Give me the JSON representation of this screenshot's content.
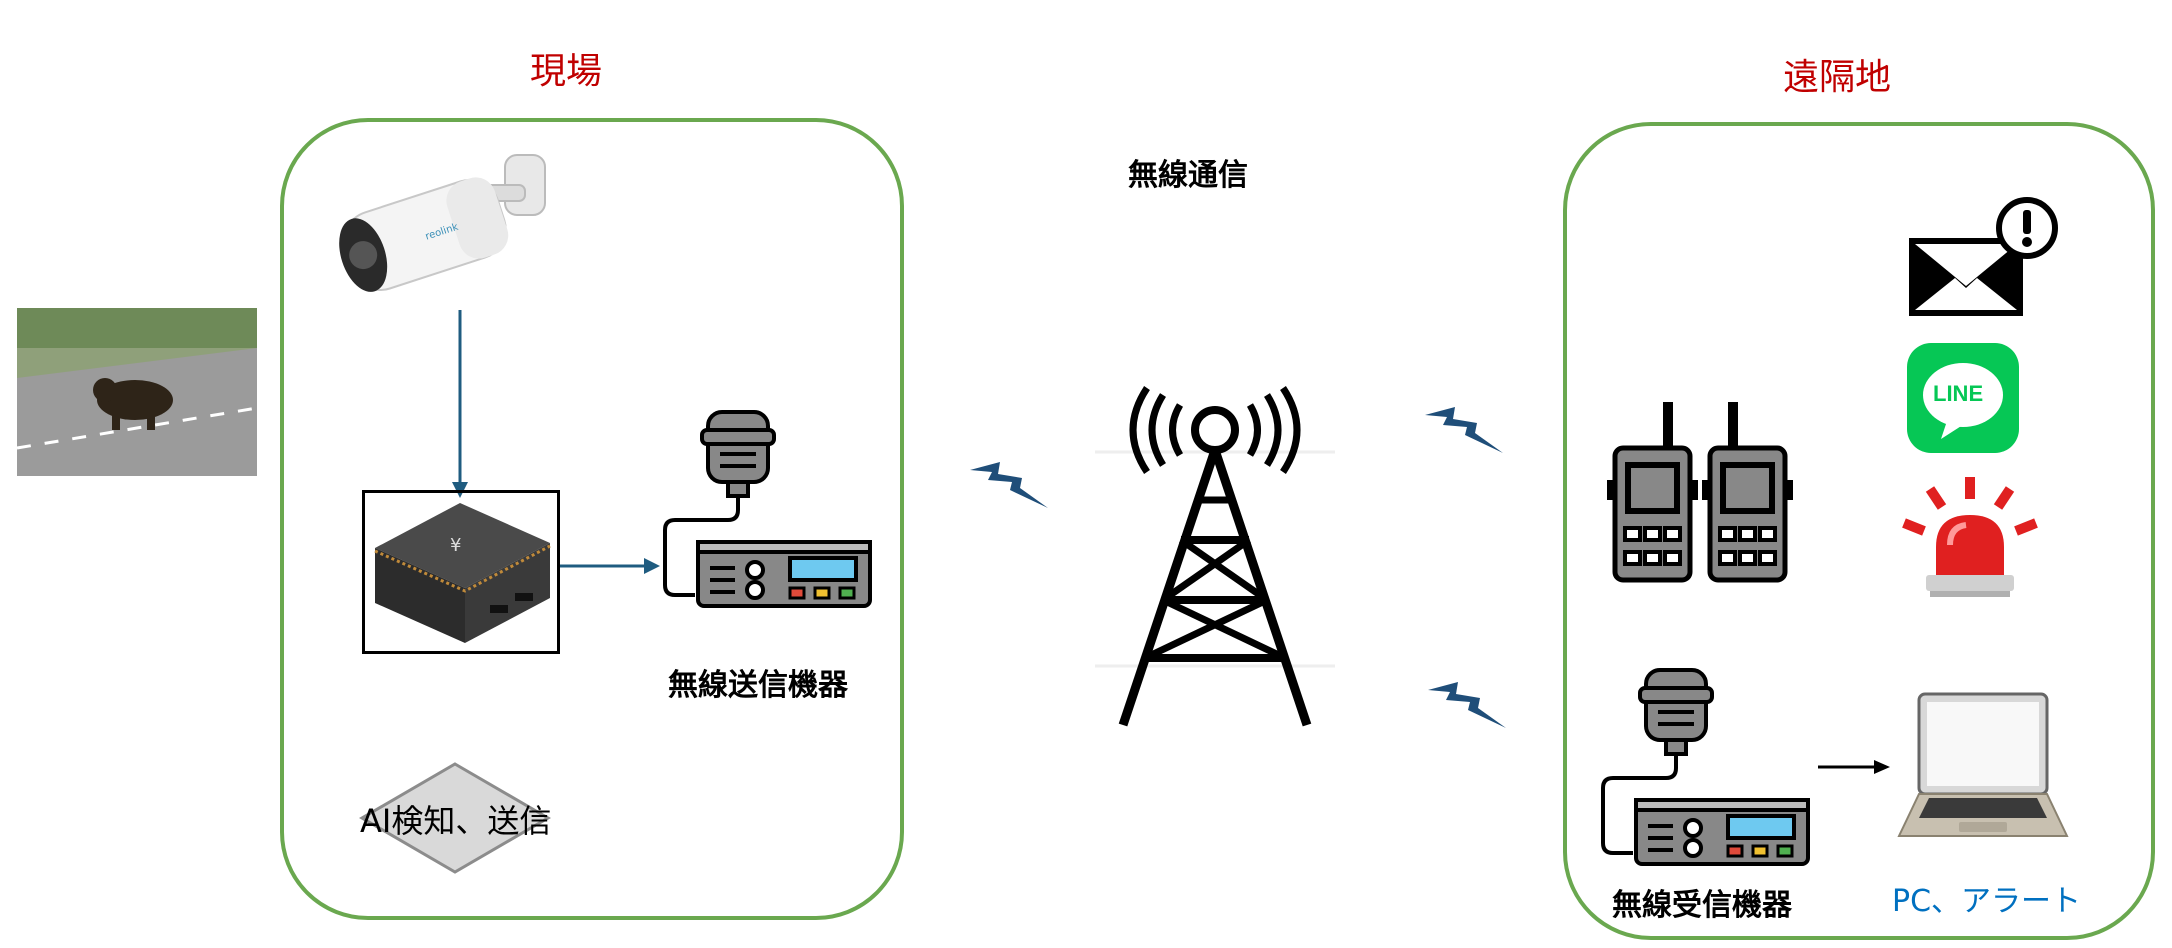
{
  "site": {
    "title": "現場"
  },
  "remote": {
    "title": "遠隔地"
  },
  "wireless_comm_label": "無線通信",
  "transmitter_label": "無線送信機器",
  "receiver_label": "無線受信機器",
  "ai_label": "AI検知、送信",
  "pc_alert_label": "PC、アラート",
  "line_logo_text": "LINE",
  "colors": {
    "title_red": "#c00000",
    "panel_border": "#6aa84f",
    "arrow_blue": "#1f5c80",
    "link_blue": "#0070c0",
    "line_green": "#06c755",
    "beacon_red": "#e02020"
  }
}
